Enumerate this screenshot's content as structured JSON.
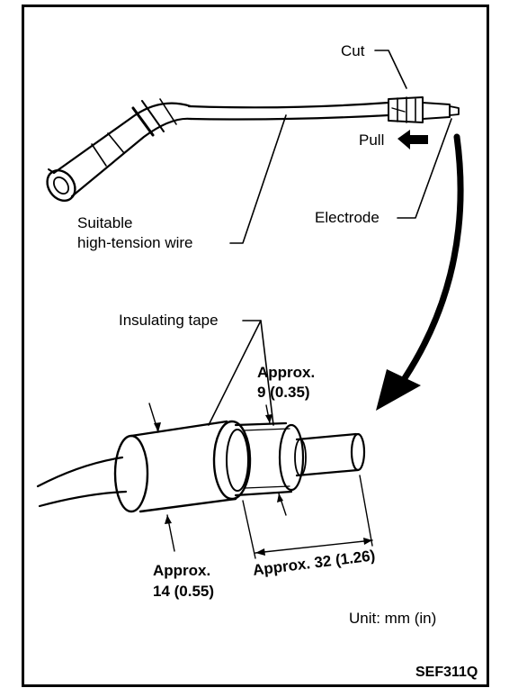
{
  "labels": {
    "cut": "Cut",
    "pull": "Pull",
    "electrode": "Electrode",
    "wire_line1": "Suitable",
    "wire_line2": "high-tension wire",
    "insulating_tape": "Insulating tape",
    "approx_9_line1": "Approx.",
    "approx_9_line2": "9 (0.35)",
    "approx_14_line1": "Approx.",
    "approx_14_line2": "14 (0.55)",
    "approx_32": "Approx. 32 (1.26)",
    "unit": "Unit: mm (in)",
    "figure_code": "SEF311Q"
  }
}
